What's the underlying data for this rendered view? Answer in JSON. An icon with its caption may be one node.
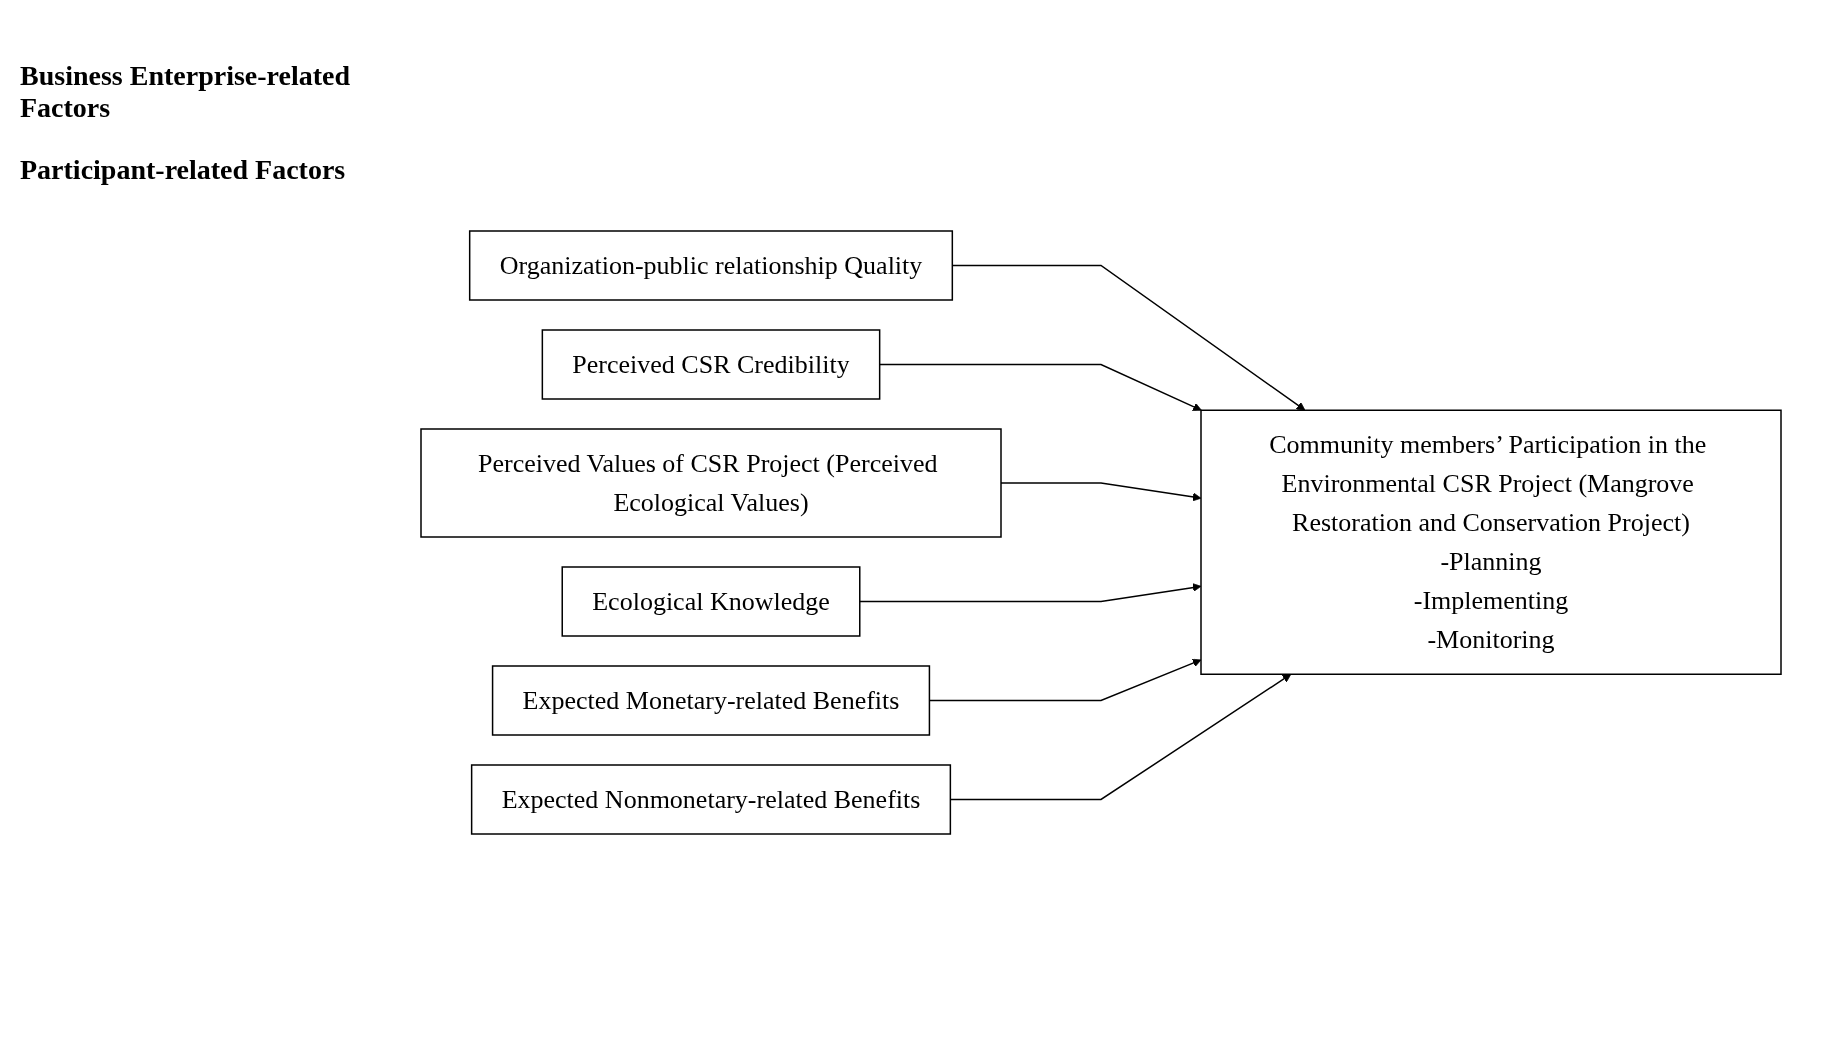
{
  "diagram": {
    "nodes": [
      {
        "text": [
          "Organization-public relationship Quality"
        ]
      },
      {
        "text": [
          "Perceived CSR Credibility"
        ]
      },
      {
        "text": [
          "Perceived Values of CSR Project (Perceived Ecological Values)"
        ]
      },
      {
        "text": [
          "Ecological Knowledge"
        ]
      },
      {
        "text": [
          "Expected Monetary-related Benefits"
        ]
      },
      {
        "text": [
          "Expected Nonmonetary-related Benefits"
        ]
      },
      {
        "text": [
          "Community members’ Participation in the Environmental CSR Project (Mangrove Restoration and Conservation Project)",
          "-Planning",
          "-Implementing",
          "-Monitoring"
        ]
      }
    ],
    "edges": [
      {
        "from": 0,
        "to": 6,
        "arrow": "to"
      },
      {
        "from": 1,
        "to": 6,
        "arrow": "to"
      },
      {
        "from": 2,
        "to": 6,
        "arrow": "to"
      },
      {
        "from": 3,
        "to": 6,
        "arrow": "to"
      },
      {
        "from": 4,
        "to": 6,
        "arrow": "to"
      },
      {
        "from": 5,
        "to": 6,
        "arrow": "to"
      }
    ],
    "labels": [
      "Business Enterprise-related Factors",
      "Participant-related Factors"
    ]
  }
}
